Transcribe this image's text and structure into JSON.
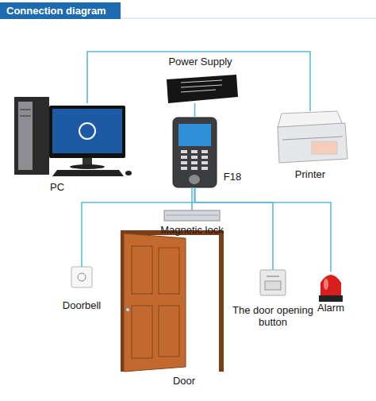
{
  "diagram": {
    "title": "Connection diagram",
    "nodes": [
      {
        "text": [
          "Power Supply"
        ]
      },
      {
        "text": [
          "PC"
        ]
      },
      {
        "text": [
          "F18"
        ]
      },
      {
        "text": [
          "Printer"
        ]
      },
      {
        "text": [
          "Magnetic lock"
        ]
      },
      {
        "text": [
          "Doorbell"
        ]
      },
      {
        "text": [
          "Door"
        ]
      },
      {
        "text": [
          "The door opening button"
        ]
      },
      {
        "text": [
          "Alarm"
        ]
      }
    ],
    "edges": [
      {
        "from": 1,
        "to": 3,
        "arrow": "none"
      },
      {
        "from": 0,
        "to": 2,
        "arrow": "none"
      },
      {
        "from": 2,
        "to": 4,
        "arrow": "none"
      },
      {
        "from": 2,
        "to": 5,
        "arrow": "none"
      },
      {
        "from": 2,
        "to": 7,
        "arrow": "none"
      },
      {
        "from": 2,
        "to": 8,
        "arrow": "none"
      }
    ]
  }
}
